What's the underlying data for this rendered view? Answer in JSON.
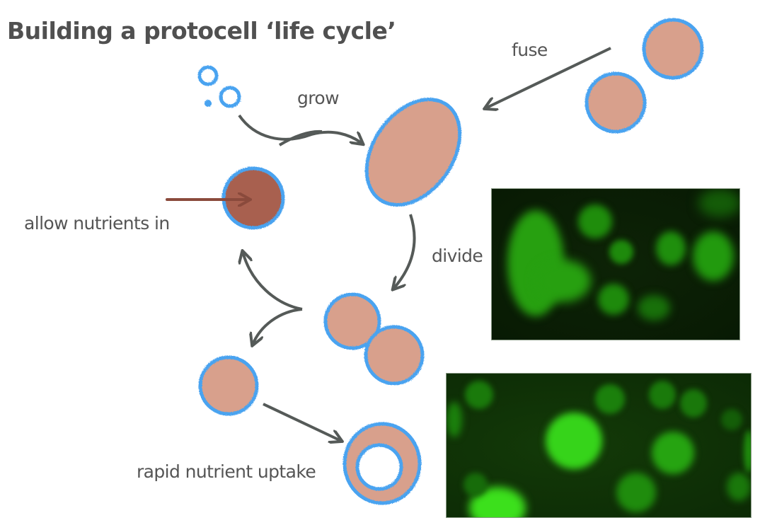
{
  "title": "Building a protocell ‘life cycle’",
  "labels": {
    "grow": "grow",
    "fuse": "fuse",
    "divide": "divide",
    "allow_nutrients_in": "allow nutrients in",
    "rapid_nutrient_uptake": "rapid nutrient uptake"
  },
  "colors": {
    "membrane": "#4aa3f0",
    "vesicle_fill": "#d8a08c",
    "nutrient_fill": "#a86050",
    "nutrient_arrow": "#8a4a3c",
    "arrow": "#555a58",
    "text": "#555555",
    "title": "#505050",
    "micrograph_bg": "#0f2a06",
    "fluorescence": "#2fb80f"
  },
  "diagram": {
    "stages": [
      {
        "name": "small-vesicles",
        "description": "three small empty membrane vesicles"
      },
      {
        "name": "grown-vesicle",
        "description": "large elongated filled vesicle"
      },
      {
        "name": "fusing-vesicles",
        "description": "two separate round vesicles"
      },
      {
        "name": "dividing-vesicles",
        "description": "two joined vesicles"
      },
      {
        "name": "nutrient-vesicle",
        "description": "vesicle with darker nutrient-loaded interior"
      },
      {
        "name": "daughter-vesicle",
        "description": "single round vesicle"
      },
      {
        "name": "uptake-vesicle",
        "description": "vesicle with inner vesicle"
      }
    ],
    "micrographs": [
      {
        "name": "fluorescence-micrograph-dividing"
      },
      {
        "name": "fluorescence-micrograph-vesicles"
      }
    ]
  }
}
